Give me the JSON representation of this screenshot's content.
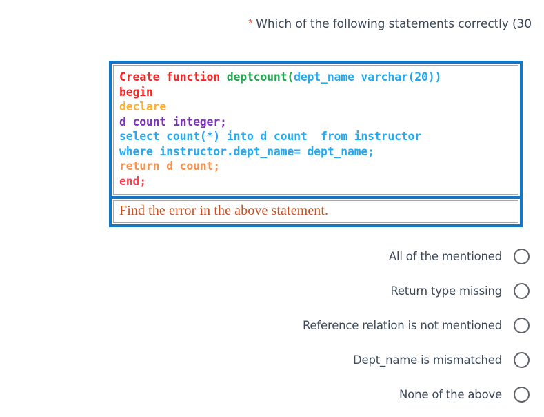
{
  "question": {
    "required_marker": "*",
    "text": "Which of the following statements correctly (30"
  },
  "slide": {
    "code_lines": [
      {
        "tokens": [
          {
            "text": "Create function ",
            "color_name": "red",
            "color": "#fb2323"
          },
          {
            "text": "deptcount(",
            "color_name": "green",
            "color": "#1bab4b"
          },
          {
            "text": "dept_name varchar(20))",
            "color_name": "blue",
            "color": "#23aaf2"
          }
        ]
      },
      {
        "tokens": [
          {
            "text": "begin",
            "color_name": "red",
            "color": "#fb2323"
          }
        ]
      },
      {
        "tokens": [
          {
            "text": "declare",
            "color_name": "orange",
            "color": "#fcb131"
          }
        ]
      },
      {
        "tokens": [
          {
            "text": "d count integer;",
            "color_name": "purple",
            "color": "#7b34b5"
          }
        ]
      },
      {
        "tokens": [
          {
            "text": "select count(*) into d count  from instructor",
            "color_name": "blue",
            "color": "#23aaf2"
          }
        ]
      },
      {
        "tokens": [
          {
            "text": "where instructor.dept_name= dept_name;",
            "color_name": "blue",
            "color": "#23aaf2"
          }
        ]
      },
      {
        "tokens": [
          {
            "text": "return d count;",
            "color_name": "light-orange",
            "color": "#f7934f"
          }
        ]
      },
      {
        "tokens": [
          {
            "text": "end;",
            "color_name": "red-pink",
            "color": "#fb3b4f"
          }
        ]
      }
    ],
    "caption": "Find the error in the above statement.",
    "border_color": "#1277c4",
    "caption_color": "#c35320"
  },
  "options": [
    {
      "label": "All of the mentioned",
      "selected": false
    },
    {
      "label": "Return type missing",
      "selected": false
    },
    {
      "label": "Reference relation is not mentioned",
      "selected": false
    },
    {
      "label": "Dept_name is mismatched",
      "selected": false
    },
    {
      "label": "None of the above",
      "selected": false
    }
  ]
}
